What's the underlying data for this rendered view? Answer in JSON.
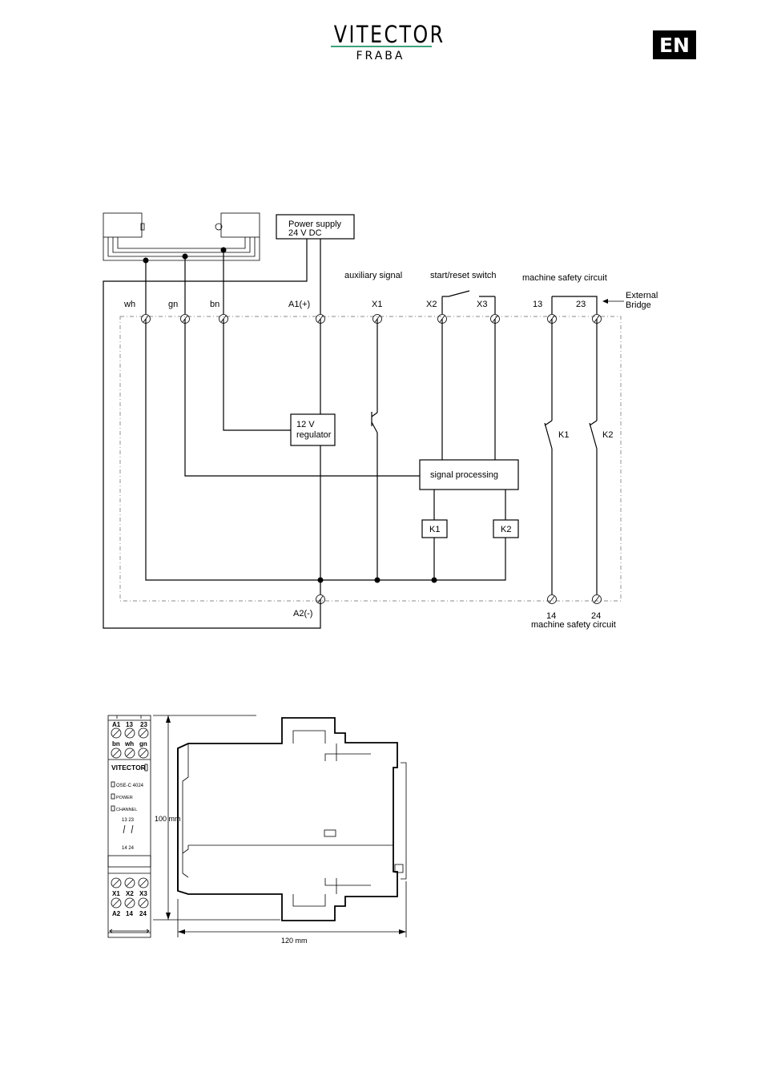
{
  "header": {
    "logo_main": "VITECTOR",
    "logo_sub": "FRABA",
    "language_badge": "EN"
  },
  "colors": {
    "brand_line": "#3aa37a",
    "badge_background": "#000000",
    "badge_text": "#ffffff"
  },
  "wiring_diagram": {
    "power_supply_line1": "Power supply",
    "power_supply_line2": "24 V DC",
    "auxiliary_signal": "auxiliary signal",
    "start_reset_switch": "start/reset switch",
    "machine_safety_circuit_top": "machine safety circuit",
    "external_bridge_line1": "External",
    "external_bridge_line2": "Bridge",
    "terminal_wh": "wh",
    "terminal_gn": "gn",
    "terminal_bn": "bn",
    "terminal_a1": "A1(+)",
    "terminal_x1": "X1",
    "terminal_x2": "X2",
    "terminal_x3": "X3",
    "terminal_13": "13",
    "terminal_23": "23",
    "regulator_line1": "12 V",
    "regulator_line2": "regulator",
    "signal_processing": "signal processing",
    "relay_k1": "K1",
    "relay_k2": "K2",
    "contact_k1": "K1",
    "contact_k2": "K2",
    "terminal_a2": "A2(-)",
    "terminal_14": "14",
    "terminal_24": "24",
    "machine_safety_circuit_bottom": "machine safety circuit"
  },
  "dimension_drawing": {
    "front_top_row": [
      "A1",
      "13",
      "23"
    ],
    "front_second_row": [
      "bn",
      "wh",
      "gn"
    ],
    "front_brand": "VITECTOR",
    "front_model": "OSE-C 4024",
    "front_led_power": "POWER",
    "front_led_channel": "CHANNEL",
    "front_contact_top": "13 23",
    "front_contact_bottom": "14 24",
    "front_third_row": [
      "X1",
      "X2",
      "X3"
    ],
    "front_bottom_row": [
      "A2",
      "14",
      "24"
    ],
    "height_dimension": "100 mm",
    "width_dimension": "120 mm"
  }
}
